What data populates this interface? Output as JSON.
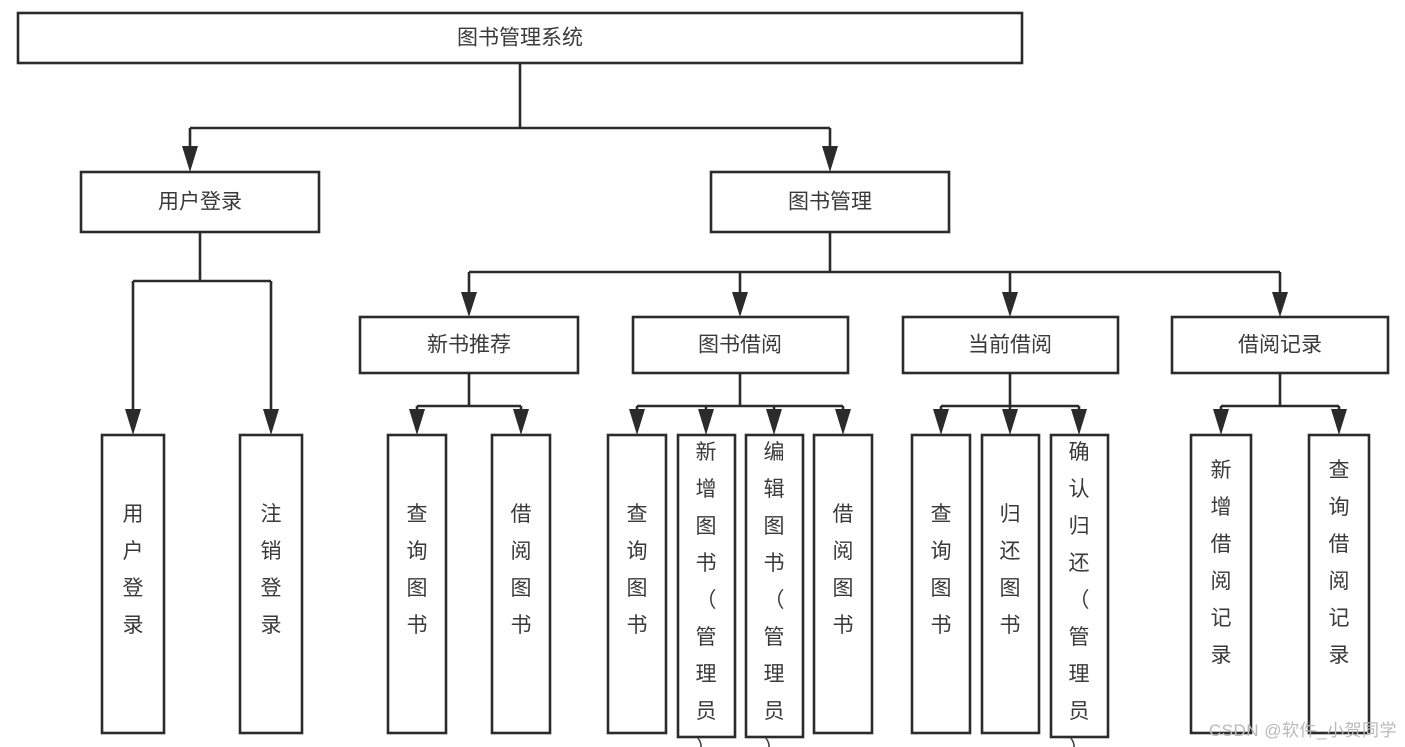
{
  "diagram": {
    "type": "hierarchy-tree",
    "title": "图书管理系统",
    "watermark": "CSDN @软件_小贺同学",
    "colors": {
      "box_stroke": "#2b2b2b",
      "box_fill": "#ffffff",
      "text": "#3a3a3a",
      "connector": "#2b2b2b",
      "watermark": "#b9b9b9",
      "background": "#ffffff"
    },
    "levels": {
      "level1": [
        {
          "id": "root",
          "label": "图书管理系统",
          "orientation": "horizontal"
        }
      ],
      "level2": [
        {
          "id": "user-login",
          "label": "用户登录",
          "orientation": "horizontal"
        },
        {
          "id": "book-manage",
          "label": "图书管理",
          "orientation": "horizontal"
        }
      ],
      "level3": [
        {
          "id": "new-book-rec",
          "label": "新书推荐",
          "orientation": "horizontal"
        },
        {
          "id": "book-borrow",
          "label": "图书借阅",
          "orientation": "horizontal"
        },
        {
          "id": "current-borrow",
          "label": "当前借阅",
          "orientation": "horizontal"
        },
        {
          "id": "borrow-record",
          "label": "借阅记录",
          "orientation": "horizontal"
        }
      ],
      "level4": [
        {
          "id": "leaf-user-login",
          "label": "用户登录",
          "orientation": "vertical",
          "parent": "user-login"
        },
        {
          "id": "leaf-user-logout",
          "label": "注销登录",
          "orientation": "vertical",
          "parent": "user-login"
        },
        {
          "id": "leaf-query-book-1",
          "label": "查询图书",
          "orientation": "vertical",
          "parent": "new-book-rec"
        },
        {
          "id": "leaf-borrow-book-1",
          "label": "借阅图书",
          "orientation": "vertical",
          "parent": "new-book-rec"
        },
        {
          "id": "leaf-query-book-2",
          "label": "查询图书",
          "orientation": "vertical",
          "parent": "book-borrow"
        },
        {
          "id": "leaf-add-book",
          "label": "新增图书（管理员）",
          "orientation": "vertical",
          "parent": "book-borrow"
        },
        {
          "id": "leaf-edit-book",
          "label": "编辑图书（管理员）",
          "orientation": "vertical",
          "parent": "book-borrow"
        },
        {
          "id": "leaf-borrow-book-2",
          "label": "借阅图书",
          "orientation": "vertical",
          "parent": "book-borrow"
        },
        {
          "id": "leaf-query-book-3",
          "label": "查询图书",
          "orientation": "vertical",
          "parent": "current-borrow"
        },
        {
          "id": "leaf-return-book",
          "label": "归还图书",
          "orientation": "vertical",
          "parent": "current-borrow"
        },
        {
          "id": "leaf-confirm-return",
          "label": "确认归还（管理员）",
          "orientation": "vertical",
          "parent": "current-borrow"
        },
        {
          "id": "leaf-add-record",
          "label": "新增借阅记录",
          "orientation": "vertical",
          "parent": "borrow-record"
        },
        {
          "id": "leaf-query-record",
          "label": "查询借阅记录",
          "orientation": "vertical",
          "parent": "borrow-record"
        }
      ]
    },
    "edges": [
      {
        "from": "root",
        "to": "user-login"
      },
      {
        "from": "root",
        "to": "book-manage"
      },
      {
        "from": "user-login",
        "to": "leaf-user-login"
      },
      {
        "from": "user-login",
        "to": "leaf-user-logout"
      },
      {
        "from": "book-manage",
        "to": "new-book-rec"
      },
      {
        "from": "book-manage",
        "to": "book-borrow"
      },
      {
        "from": "book-manage",
        "to": "current-borrow"
      },
      {
        "from": "book-manage",
        "to": "borrow-record"
      },
      {
        "from": "new-book-rec",
        "to": "leaf-query-book-1"
      },
      {
        "from": "new-book-rec",
        "to": "leaf-borrow-book-1"
      },
      {
        "from": "book-borrow",
        "to": "leaf-query-book-2"
      },
      {
        "from": "book-borrow",
        "to": "leaf-add-book"
      },
      {
        "from": "book-borrow",
        "to": "leaf-edit-book"
      },
      {
        "from": "book-borrow",
        "to": "leaf-borrow-book-2"
      },
      {
        "from": "current-borrow",
        "to": "leaf-query-book-3"
      },
      {
        "from": "current-borrow",
        "to": "leaf-return-book"
      },
      {
        "from": "current-borrow",
        "to": "leaf-confirm-return"
      },
      {
        "from": "borrow-record",
        "to": "leaf-add-record"
      },
      {
        "from": "borrow-record",
        "to": "leaf-query-record"
      }
    ]
  }
}
